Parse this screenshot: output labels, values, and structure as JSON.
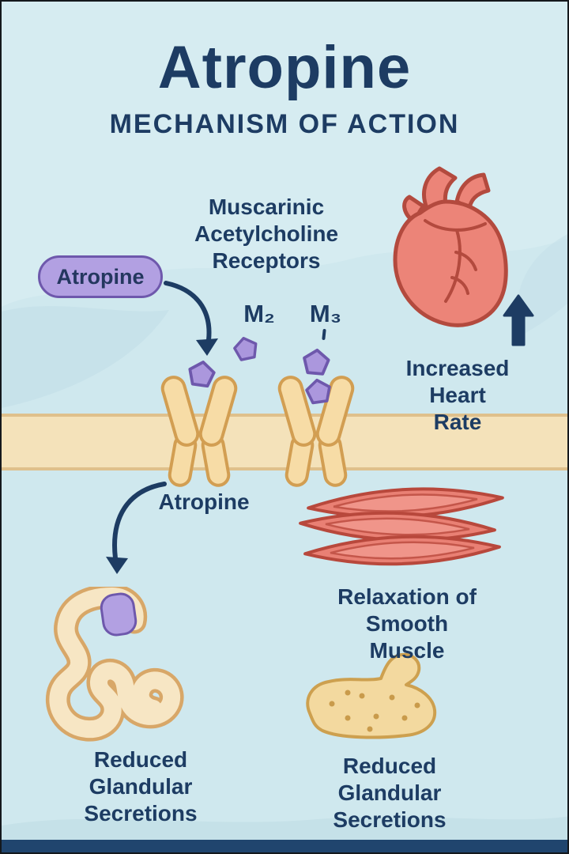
{
  "poster": {
    "title": "Atropine",
    "subtitle": "MECHANISM OF ACTION"
  },
  "labels": {
    "receptors": "Muscarinic\nAcetylcholine\nReceptors",
    "atropine_pill": "Atropine",
    "m2": "M₂",
    "m3": "M₃",
    "increased_heart_rate": "Increased\nHeart Rate",
    "atropine_membrane": "Atropine",
    "relaxation_smooth_muscle": "Relaxation of\nSmooth Muscle",
    "reduced_secretions_left": "Reduced\nGlandular\nSecretions",
    "reduced_secretions_right": "Reduced\nGlandular\nSecretions"
  },
  "colors": {
    "background": "#cfe8ee",
    "navy_text": "#1d3c63",
    "purple_fill": "#b2a0e2",
    "purple_stroke": "#6e58ac",
    "membrane_fill": "#f4e2ba",
    "membrane_edge": "#dfc08c",
    "receptor_fill": "#f7dca6",
    "receptor_stroke": "#d29e52",
    "heart_fill": "#ec8478",
    "heart_stroke": "#b34a3e",
    "muscle_fill": "#e98074",
    "muscle_stroke": "#b8483c",
    "intestine_fill": "#f7e6c4",
    "intestine_stroke": "#d8a768",
    "gland_fill": "#f3d99f",
    "gland_stroke": "#cda04f"
  },
  "icons": {
    "up_arrow_icon": "↑",
    "curved_arrow_icon": "⤵",
    "atropine_molecule_icon": "pentagon",
    "heart_icon": "anatomical heart",
    "receptor_icon": "membrane receptor channel"
  }
}
